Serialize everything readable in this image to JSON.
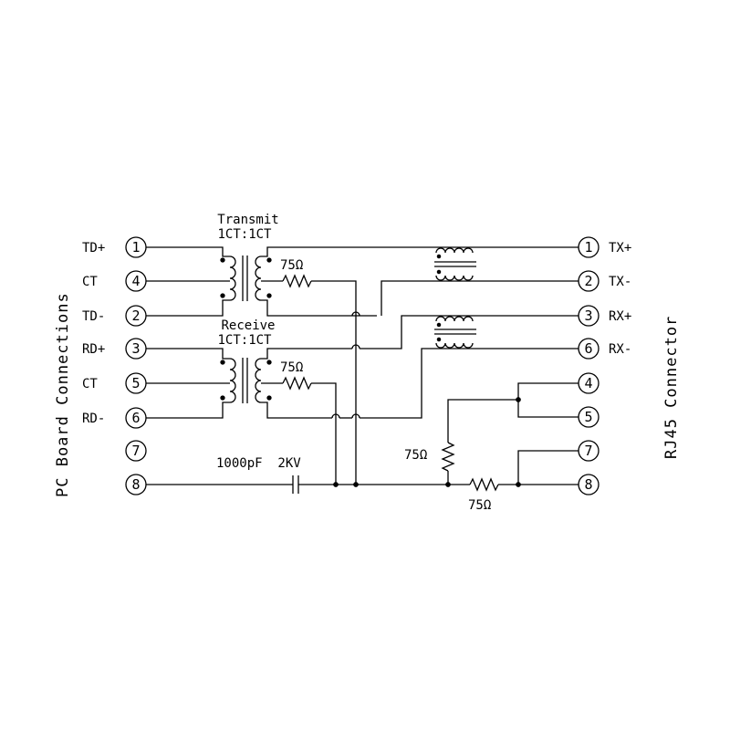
{
  "left_side_title": "PC Board Connections",
  "right_side_title": "RJ45 Connector",
  "left_pins": [
    {
      "signal": "TD+",
      "pin": "1"
    },
    {
      "signal": "CT",
      "pin": "4"
    },
    {
      "signal": "TD-",
      "pin": "2"
    },
    {
      "signal": "RD+",
      "pin": "3"
    },
    {
      "signal": "CT",
      "pin": "5"
    },
    {
      "signal": "RD-",
      "pin": "6"
    },
    {
      "signal": "",
      "pin": "7"
    },
    {
      "signal": "",
      "pin": "8"
    }
  ],
  "right_pins": [
    {
      "signal": "TX+",
      "pin": "1"
    },
    {
      "signal": "TX-",
      "pin": "2"
    },
    {
      "signal": "RX+",
      "pin": "3"
    },
    {
      "signal": "RX-",
      "pin": "6"
    },
    {
      "signal": "",
      "pin": "4"
    },
    {
      "signal": "",
      "pin": "5"
    },
    {
      "signal": "",
      "pin": "7"
    },
    {
      "signal": "",
      "pin": "8"
    }
  ],
  "transmit_title": "Transmit",
  "transmit_ratio": "1CT:1CT",
  "receive_title": "Receive",
  "receive_ratio": "1CT:1CT",
  "resistor_transmit": "75Ω",
  "resistor_receive": "75Ω",
  "capacitor_label": "1000pF  2KV",
  "resistor_45": "75Ω",
  "resistor_78": "75Ω"
}
